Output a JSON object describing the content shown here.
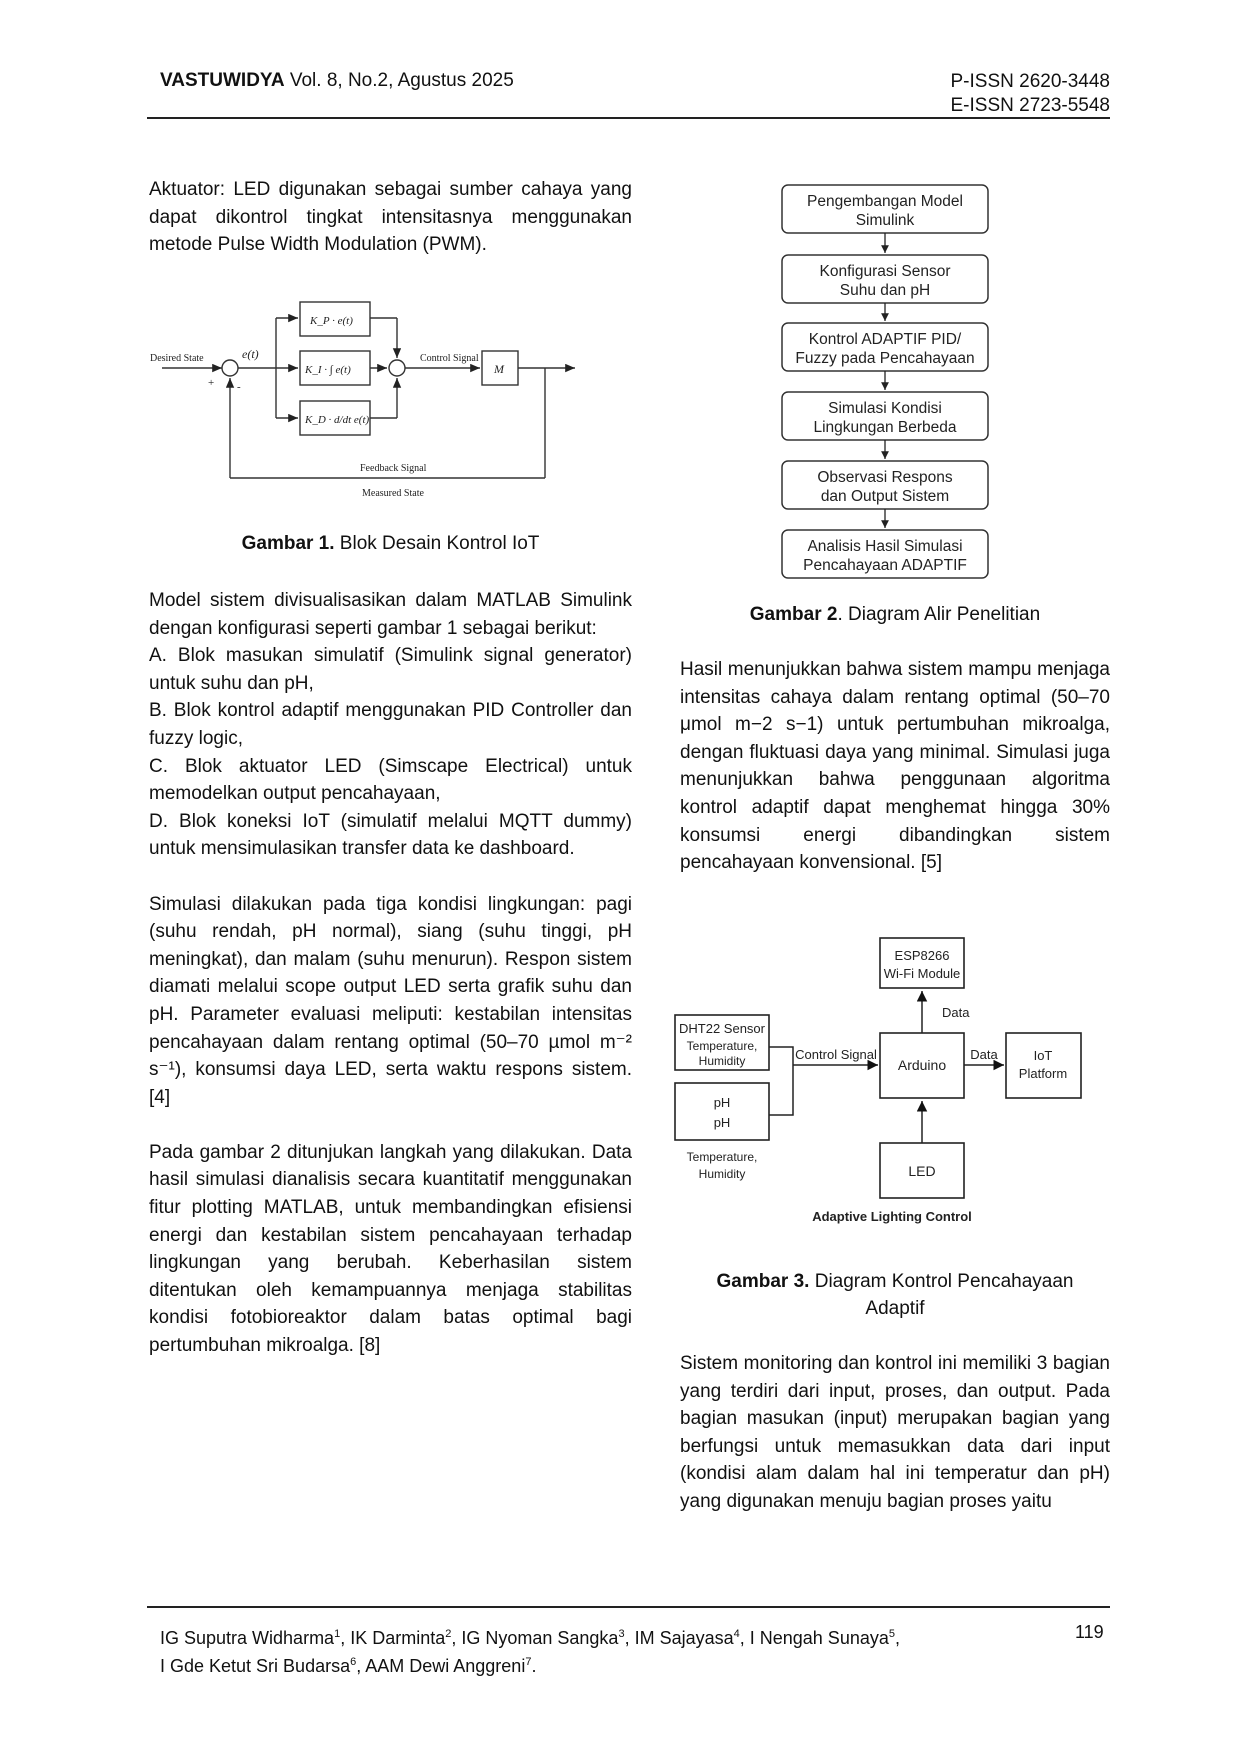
{
  "header": {
    "journal": "VASTUWIDYA",
    "issue": "Vol. 8, No.2, Agustus 2025",
    "pissn": "P-ISSN 2620-3448",
    "eissn": "E-ISSN 2723-5548"
  },
  "left_column": {
    "p1": "Aktuator: LED digunakan sebagai sumber cahaya yang dapat dikontrol tingkat intensitasnya menggunakan metode Pulse Width Modulation (PWM).",
    "figure1": {
      "labels": {
        "desired_state": "Desired State",
        "error": "e(t)",
        "plus": "+",
        "minus": "-",
        "kp": "K_P · e(t)",
        "ki": "K_I · ∫ e(t)",
        "kd": "K_D · d/dt e(t)",
        "control_signal": "Control Signal",
        "plant": "M",
        "feedback": "Feedback Signal",
        "measured": "Measured State"
      },
      "caption_bold": "Gambar 1.",
      "caption_text": " Blok Desain Kontrol IoT"
    },
    "p2": "Model sistem divisualisasikan dalam MATLAB Simulink dengan konfigurasi seperti gambar 1 sebagai berikut:",
    "list": [
      "A. Blok masukan simulatif (Simulink signal generator) untuk suhu dan pH,",
      "B. Blok kontrol adaptif menggunakan PID Controller dan fuzzy logic,",
      "C. Blok aktuator LED (Simscape Electrical) untuk memodelkan output pencahayaan,",
      "D. Blok koneksi IoT (simulatif melalui MQTT dummy) untuk mensimulasikan transfer data ke dashboard."
    ],
    "p3": "Simulasi dilakukan pada tiga kondisi lingkungan: pagi (suhu rendah, pH normal), siang (suhu tinggi, pH meningkat), dan malam (suhu menurun). Respon sistem diamati melalui scope output LED serta grafik suhu dan pH. Parameter evaluasi meliputi: kestabilan intensitas pencahayaan dalam rentang optimal (50–70 µmol m⁻² s⁻¹), konsumsi daya LED, serta waktu respons sistem. [4]",
    "p4": "Pada gambar 2 ditunjukan langkah yang dilakukan. Data hasil simulasi dianalisis secara kuantitatif menggunakan fitur plotting MATLAB, untuk membandingkan efisiensi energi dan kestabilan sistem pencahayaan terhadap lingkungan yang berubah. Keberhasilan sistem ditentukan oleh kemampuannya menjaga stabilitas kondisi fotobioreaktor dalam batas optimal bagi pertumbuhan mikroalga. [8]"
  },
  "right_column": {
    "figure2": {
      "steps": [
        [
          "Pengembangan Model",
          "Simulink"
        ],
        [
          "Konfigurasi Sensor",
          "Suhu dan pH"
        ],
        [
          "Kontrol ADAPTIF PID/",
          "Fuzzy pada Pencahayaan"
        ],
        [
          "Simulasi Kondisi",
          "Lingkungan Berbeda"
        ],
        [
          "Observasi Respons",
          "dan Output Sistem"
        ],
        [
          "Analisis Hasil Simulasi",
          "Pencahayaan ADAPTIF"
        ]
      ],
      "caption_bold": "Gambar 2",
      "caption_text": ". Diagram Alir Penelitian"
    },
    "p1": "Hasil menunjukkan bahwa sistem mampu menjaga intensitas cahaya dalam rentang optimal (50–70 μmol m−2 s−1) untuk pertumbuhan mikroalga, dengan fluktuasi daya yang minimal. Simulasi juga menunjukkan bahwa penggunaan algoritma kontrol adaptif dapat menghemat hingga 30% konsumsi energi dibandingkan sistem pencahayaan konvensional. [5]",
    "figure3": {
      "esp_line1": "ESP8266",
      "esp_line2": "Wi-Fi Module",
      "data_up": "Data",
      "dht_line1": "DHT22 Sensor",
      "dht_line2": "Temperature,",
      "dht_line3": "Humidity",
      "ph_line1": "pH",
      "ph_line2": "pH",
      "ph_under1": "Temperature,",
      "ph_under2": "Humidity",
      "control_signal": "Control Signal",
      "arduino": "Arduino",
      "data_right": "Data",
      "iot_line1": "IoT",
      "iot_line2": "Platform",
      "led": "LED",
      "title": "Adaptive Lighting Control",
      "caption_bold": "Gambar 3.",
      "caption_text": " Diagram Kontrol Pencahayaan",
      "caption_line2": "Adaptif"
    },
    "p2": "Sistem monitoring dan kontrol ini memiliki 3 bagian yang terdiri dari input, proses, dan output. Pada bagian masukan (input) merupakan bagian yang berfungsi untuk memasukkan data dari input (kondisi alam dalam hal ini temperatur dan pH) yang digunakan menuju bagian proses yaitu"
  },
  "footer": {
    "authors_line1_parts": [
      "IG Suputra Widharma",
      "1",
      ", IK Darminta",
      "2",
      ", IG Nyoman Sangka",
      "3",
      ", IM Sajayasa",
      "4",
      ", I Nengah Sunaya",
      "5",
      ","
    ],
    "authors_line2_parts": [
      "I Gde Ketut Sri Budarsa",
      "6",
      ", AAM Dewi Anggreni",
      "7",
      "."
    ],
    "page_number": "119"
  }
}
